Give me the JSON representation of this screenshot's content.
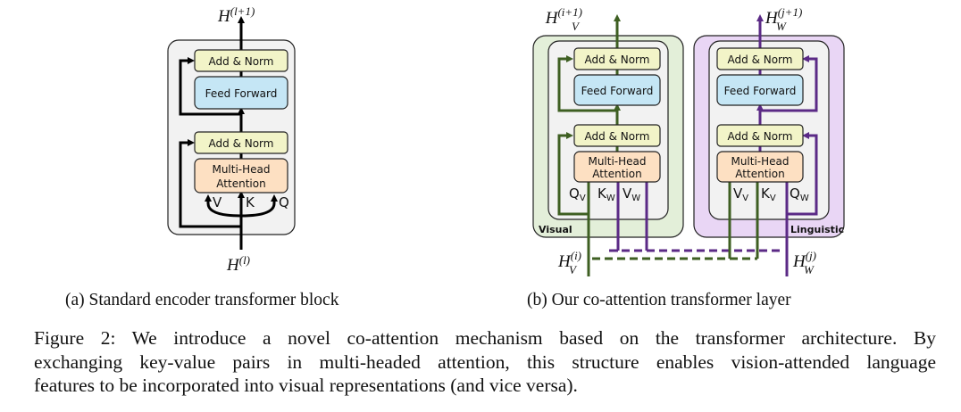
{
  "figure": {
    "panel_a": {
      "caption": "(a) Standard encoder transformer block",
      "blocks": {
        "add_norm_top": "Add & Norm",
        "feed_forward": "Feed Forward",
        "add_norm_bottom": "Add & Norm",
        "mha_line1": "Multi-Head",
        "mha_line2": "Attention"
      },
      "inputs": {
        "v": "V",
        "k": "K",
        "q": "Q"
      },
      "output_label": {
        "base": "H",
        "sup": "(l+1)"
      },
      "input_label": {
        "base": "H",
        "sup": "(l)"
      }
    },
    "panel_b": {
      "caption": "(b) Our co-attention transformer layer",
      "visual": {
        "region_label": "Visual",
        "blocks": {
          "add_norm_top": "Add & Norm",
          "feed_forward": "Feed Forward",
          "add_norm_bottom": "Add & Norm",
          "mha_line1": "Multi-Head",
          "mha_line2": "Attention"
        },
        "inputs": [
          {
            "base": "Q",
            "sub": "V"
          },
          {
            "base": "K",
            "sub": "W"
          },
          {
            "base": "V",
            "sub": "W"
          }
        ],
        "output_label": {
          "base": "H",
          "sub": "V",
          "sup": "(i+1)"
        },
        "input_label": {
          "base": "H",
          "sub": "V",
          "sup": "(i)"
        }
      },
      "linguistic": {
        "region_label": "Linguistic",
        "blocks": {
          "add_norm_top": "Add & Norm",
          "feed_forward": "Feed Forward",
          "add_norm_bottom": "Add & Norm",
          "mha_line1": "Multi-Head",
          "mha_line2": "Attention"
        },
        "inputs": [
          {
            "base": "V",
            "sub": "V"
          },
          {
            "base": "K",
            "sub": "V"
          },
          {
            "base": "Q",
            "sub": "W"
          }
        ],
        "output_label": {
          "base": "H",
          "sub": "W",
          "sup": "(j+1)"
        },
        "input_label": {
          "base": "H",
          "sub": "W",
          "sup": "(j)"
        }
      }
    },
    "colors": {
      "add_norm": "#f2f4c8",
      "feed_forward": "#c5e6f5",
      "attention": "#fde0c2",
      "visual_bg": "#e3efd9",
      "linguistic_bg": "#e9d6f5",
      "inner_bg": "#f2f2f2",
      "visual_stream": "#3e5f22",
      "linguistic_stream": "#5b2a86"
    },
    "caption": {
      "line1": "Figure 2: We introduce a novel co-attention mechanism based on the transformer architecture. By",
      "line2": "exchanging key-value pairs in multi-headed attention, this structure enables vision-attended language",
      "line3": "features to be incorporated into visual representations (and vice versa)."
    }
  }
}
